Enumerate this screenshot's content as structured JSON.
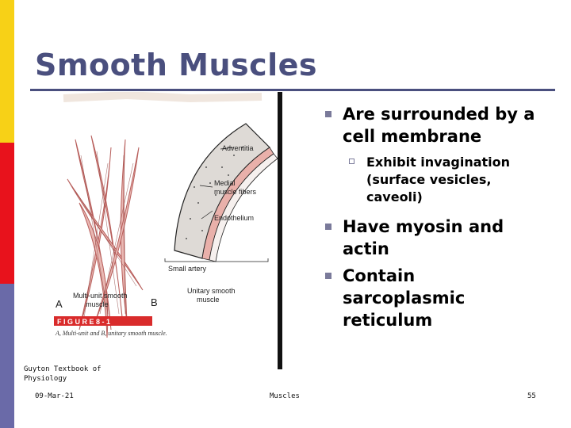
{
  "slide": {
    "title": "Smooth Muscles",
    "bullets": [
      {
        "level": 1,
        "text": "Are surrounded by a\ncell membrane"
      },
      {
        "level": 2,
        "text": "Exhibit invagination\n(surface vesicles,\ncaveoli)"
      },
      {
        "level": 1,
        "text": "Have myosin and\nactin"
      },
      {
        "level": 1,
        "text": "Contain\nsarcoplasmic\nreticulum"
      }
    ],
    "credit": "Guyton Textbook of\nPhysiology",
    "footer": {
      "date": "09-Mar-21",
      "center": "Muscles",
      "page": "55"
    }
  },
  "figure": {
    "labels": {
      "adventitia": "Adventitia",
      "medial": "Medial\nmuscle fibers",
      "endothelium": "Endothelium",
      "small_artery": "Small artery",
      "multi_unit": "Multi-unit smooth\nmuscle",
      "unitary": "Unitary smooth\nmuscle",
      "panel_a": "A",
      "panel_b": "B",
      "figure_tag": "F I G U R E   8 - 1",
      "caption": "A, Multi-unit and B, unitary smooth muscle."
    }
  },
  "colors": {
    "stripe_yellow": "#f7d117",
    "stripe_red": "#e8121c",
    "stripe_blue": "#6a6aa8",
    "title": "#4a4f7e",
    "bullet_marker": "#7a7a9a",
    "figure_tag_bg": "#d92b2b",
    "muscle_fiber": "#c97a78"
  }
}
